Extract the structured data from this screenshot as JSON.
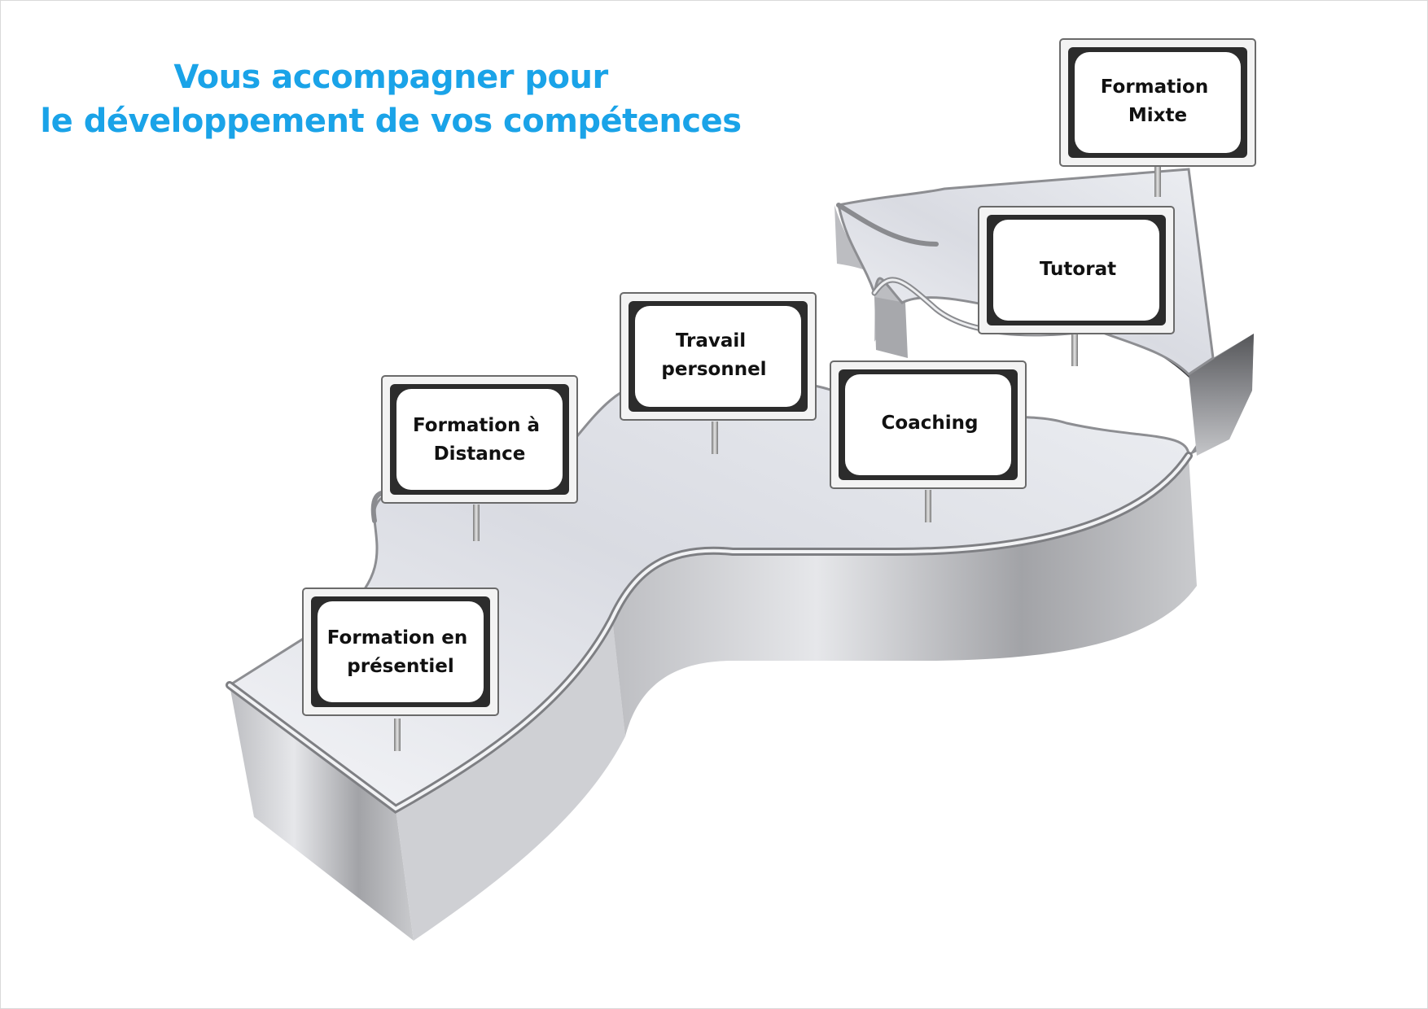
{
  "title": {
    "line1": "Vous accompagner pour",
    "line2": "le développement de vos compétences"
  },
  "colors": {
    "title": "#1aa3e8",
    "path_surface": "#e6e8ee",
    "path_side": "#a9aaae",
    "sign_frame": "#2c2c2c",
    "sign_face": "#ffffff"
  },
  "signs": [
    {
      "id": "formation-presentiel",
      "lines": [
        "Formation en",
        "présentiel"
      ]
    },
    {
      "id": "formation-distance",
      "lines": [
        "Formation à",
        "Distance"
      ]
    },
    {
      "id": "travail-personnel",
      "lines": [
        "Travail",
        "personnel"
      ]
    },
    {
      "id": "coaching",
      "lines": [
        "Coaching"
      ]
    },
    {
      "id": "tutorat",
      "lines": [
        "Tutorat"
      ]
    },
    {
      "id": "formation-mixte",
      "lines": [
        "Formation",
        "Mixte"
      ]
    }
  ]
}
